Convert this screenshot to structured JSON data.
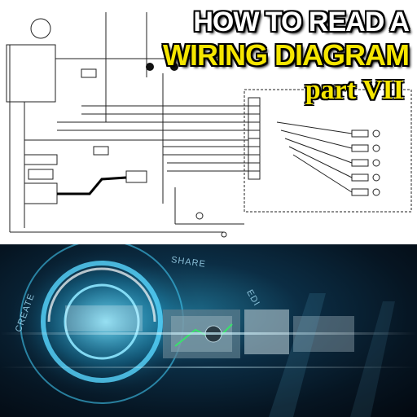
{
  "title": {
    "line1": "HOW TO READ A",
    "line2": "WIRING DIAGRAM",
    "line3": "part VII"
  },
  "tech_labels": {
    "share": "SHARE",
    "create": "CREATE",
    "edit": "EDI"
  },
  "colors": {
    "title_white": "#ffffff",
    "title_yellow": "#f5e600",
    "tech_bg": "#0b2d44",
    "ring_glow": "#4fd0ff"
  }
}
